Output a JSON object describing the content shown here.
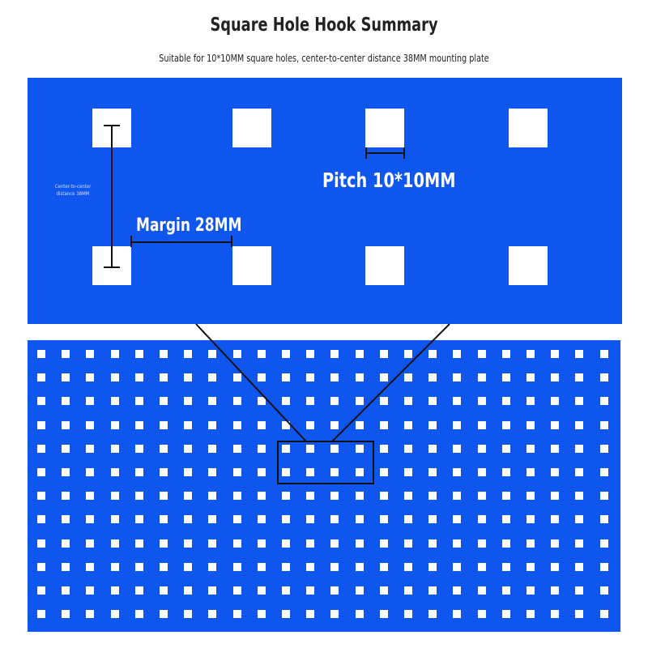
{
  "header": {
    "title": "Square Hole Hook Summary",
    "subtitle": "Suitable for 10*10MM square holes, center-to-center distance 38MM mounting plate"
  },
  "detail": {
    "pitch_label": "Pitch 10*10MM",
    "margin_label": "Margin 28MM",
    "center_label_line1": "Center-to-center",
    "center_label_line2": "distance 38MM"
  },
  "colors": {
    "board_blue": "#0f56ee",
    "hole_white": "#ffffff",
    "line_black": "#111111"
  }
}
